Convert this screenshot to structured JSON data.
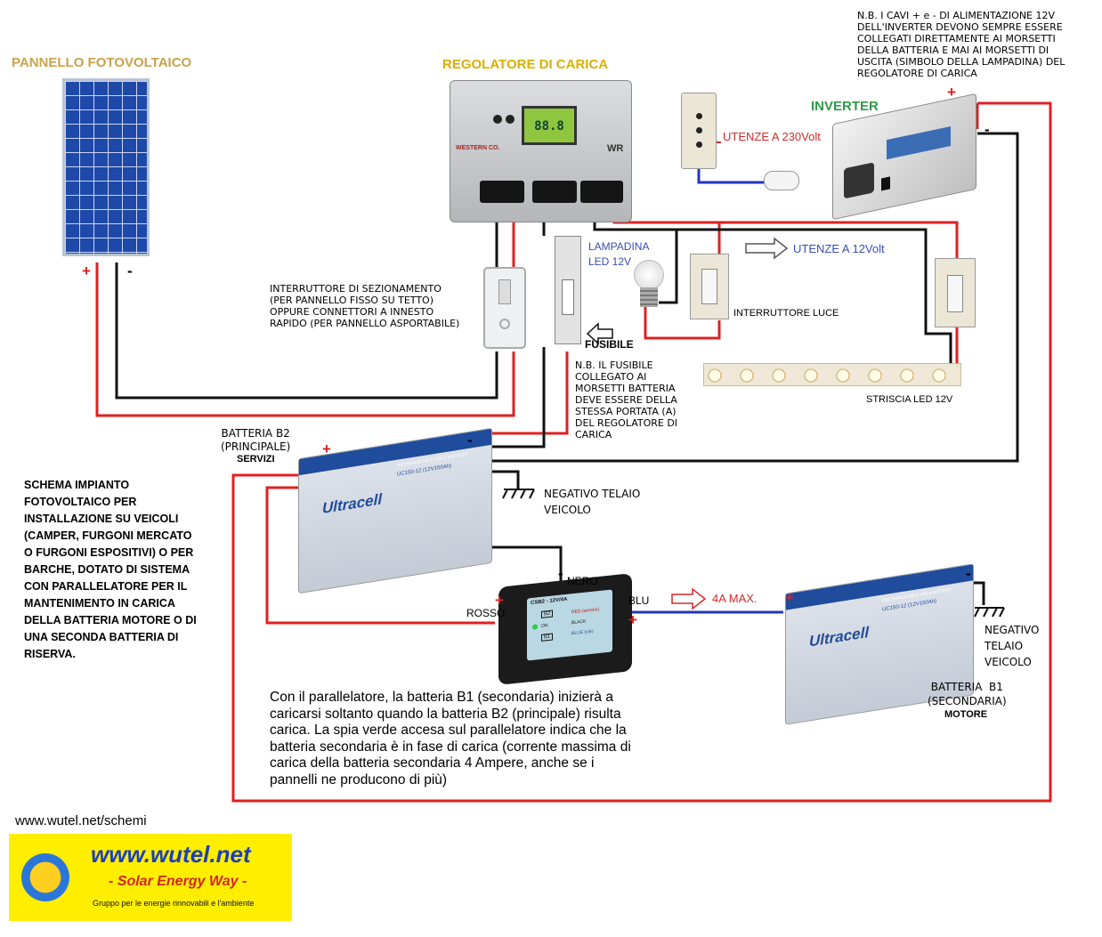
{
  "labels": {
    "pannello": "PANNELLO FOTOVOLTAICO",
    "regolatore": "REGOLATORE DI CARICA",
    "inverter": "INVERTER",
    "nb_inverter": "N.B. I CAVI + e - DI ALIMENTAZIONE 12V\nDELL'INVERTER DEVONO SEMPRE ESSERE\nCOLLEGATI DIRETTAMENTE AI MORSETTI\nDELLA BATTERIA E MAI AI MORSETTI DI\nUSCITA (SIMBOLO DELLA LAMPADINA) DEL\nREGOLATORE DI CARICA",
    "utenze_230": "UTENZE A 230Volt",
    "utenze_12": "UTENZE A 12Volt",
    "lampadina": "LAMPADINA\nLED 12V",
    "interruttore_luce": "INTERRUTTORE LUCE",
    "striscia": "STRISCIA LED 12V",
    "interruttore_sez": "INTERRUTTORE DI SEZIONAMENTO\n(PER PANNELLO FISSO SU TETTO)\nOPPURE CONNETTORI A INNESTO\nRAPIDO (PER PANNELLO ASPORTABILE)",
    "fusibile": "FUSIBILE",
    "nb_fusibile": "N.B. IL FUSIBILE\nCOLLEGATO AI\nMORSETTI BATTERIA\nDEVE ESSERE DELLA\nSTESSA PORTATA (A)\nDEL REGOLATORE DI\nCARICA",
    "batteria_b2": "BATTERIA B2\n(PRINCIPALE)",
    "servizi": "SERVIZI",
    "negativo_telaio_1": "NEGATIVO TELAIO\nVEICOLO",
    "negativo_telaio_2": "NEGATIVO\nTELAIO\nVEICOLO",
    "batteria_b1": "BATTERIA  B1\n(SECONDARIA)",
    "motore": "MOTORE",
    "nero": "NERO",
    "rosso": "ROSSO",
    "blu": "BLU",
    "max4a": "4A MAX.",
    "schema": "SCHEMA IMPIANTO\nFOTOVOLTAICO PER\nINSTALLAZIONE SU VEICOLI\n(CAMPER, FURGONI MERCATO\nO FURGONI ESPOSITIVI) O PER\nBARCHE, DOTATO DI SISTEMA\nCON PARALLELATORE PER IL\nMANTENIMENTO IN CARICA\nDELLA BATTERIA MOTORE O DI\nUNA SECONDA BATTERIA DI\nRISERVA.",
    "parallelatore_note": "Con il parallelatore, la batteria B1 (secondaria) inizierà a\ncaricarsi soltanto quando la batteria B2 (principale) risulta\ncarica. La spia verde accesa sul parallelatore indica che la\nbatteria secondaria è in fase di carica (corrente massima di\ncarica della batteria secondaria 4 Ampere, anche se i\npannelli ne producono di più)",
    "url_small": "www.wutel.net/schemi"
  },
  "signs": {
    "plus": "+",
    "minus": "-"
  },
  "logo": {
    "site": "www.wutel.net",
    "tagline": "- Solar Energy Way -",
    "sub": "Gruppo per le energie rinnovabili e l'ambiente"
  },
  "devices": {
    "controller_brand": "WESTERN CO.",
    "controller_model": "WR",
    "controller_display": "88.8",
    "battery_brand": "Ultracell",
    "battery_tag": "RECHARGEABLE VRLA BATTERY",
    "battery_model": "UC150-12 (12V150Ah)",
    "combiner_title": "CSB2 - 12V/4A",
    "combiner_b2": "B2",
    "combiner_b1": "B1",
    "combiner_red": "RED (service)",
    "combiner_black": "BLACK",
    "combiner_blue": "BLUE (car)",
    "combiner_on": "ON"
  },
  "colors": {
    "red_wire": "#e02020",
    "black_wire": "#111111",
    "blue_wire": "#2233bb",
    "title_gold": "#c9a24a",
    "title_green": "#2f9a4a",
    "label_red": "#d42a2a",
    "label_blue": "#3a4fb0",
    "logo_blue": "#1d3fb8",
    "logo_red": "#d0261c",
    "logo_bg": "#ffee00"
  }
}
